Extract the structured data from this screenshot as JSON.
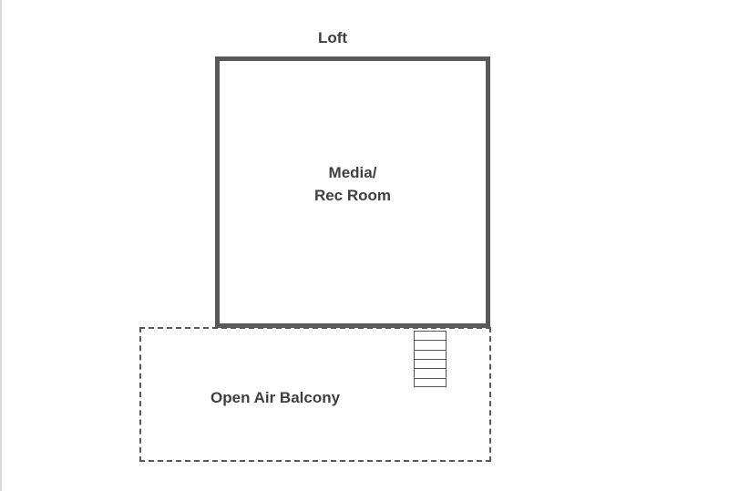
{
  "floor_plan": {
    "title": "Loft",
    "rooms": [
      {
        "name_line1": "Media/",
        "name_line2": "Rec Room"
      },
      {
        "name": "Open Air Balcony"
      }
    ],
    "stairs": {
      "steps": 6
    }
  },
  "colors": {
    "wall": "#595959",
    "text": "#3f3f3f",
    "background": "#ffffff"
  }
}
